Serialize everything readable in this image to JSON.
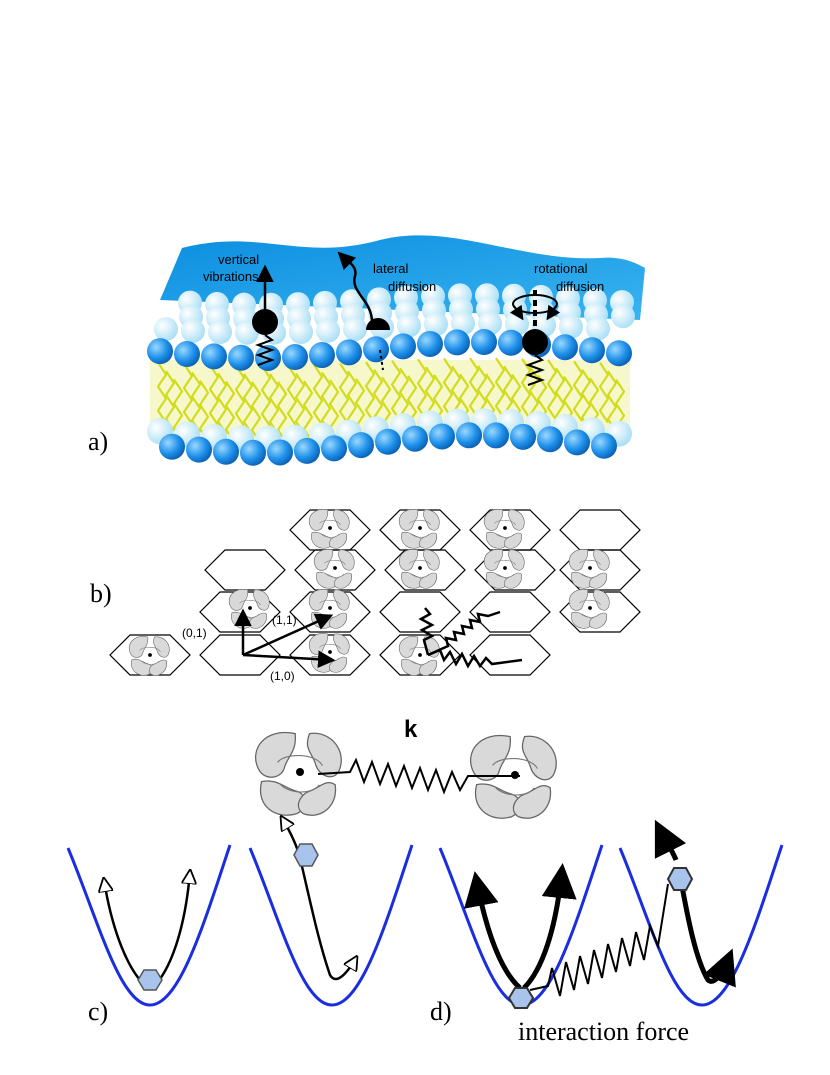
{
  "panel_a": {
    "label": "a)",
    "vertical_1": "vertical",
    "vertical_2": "vibrations",
    "lateral_1": "lateral",
    "lateral_2": "diffusion",
    "rotational_1": "rotational",
    "rotational_2": "diffusion"
  },
  "panel_b": {
    "label": "b)",
    "vec_01": "(0,1)",
    "vec_11": "(1,1)",
    "vec_10": "(1,0)"
  },
  "spring": {
    "label": "k"
  },
  "panel_c": {
    "label": "c)"
  },
  "panel_d": {
    "label": "d)",
    "caption": "interaction force"
  },
  "colors": {
    "membrane_top": "#1ea0e8",
    "head_blue": "#1e90ea",
    "head_light": "#bfe8f8",
    "tail_yellow": "#d8e020",
    "well_blue": "#1a2ee0",
    "ball": "#a9c4ec",
    "protein_grey": "#d9d9d9"
  }
}
